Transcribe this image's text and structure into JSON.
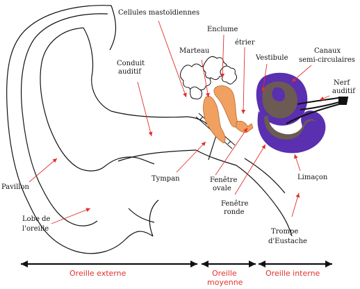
{
  "labels": {
    "cellules": "Cellules mastoïdiennes",
    "enclume": "Enclume",
    "etrier": "étrier",
    "marteau": "Marteau",
    "conduit_1": "Conduit",
    "conduit_2": "auditif",
    "vestibule": "Vestibule",
    "canaux_1": "Canaux",
    "canaux_2": "semi-circulaires",
    "nerf_1": "Nerf",
    "nerf_2": "auditif",
    "pavillon": "Pavillon",
    "tympan": "Tympan",
    "fenetre_ovale_1": "Fenêtre",
    "fenetre_ovale_2": "ovale",
    "limacon": "Limaçon",
    "lobe_1": "Lobe de",
    "lobe_2": "l'oreille",
    "fenetre_ronde_1": "Fenêtre",
    "fenetre_ronde_2": "ronde",
    "trompe_1": "Trompe",
    "trompe_2": "d'Eustache"
  },
  "zones": {
    "externe": "Oreille externe",
    "moyenne_1": "Oreille",
    "moyenne_2": "moyenne",
    "interne": "Oreille interne"
  },
  "colors": {
    "arrow": "#e0302c",
    "zone_text": "#e0302c",
    "ossicles": "#f0a060",
    "cochlea_outer": "#5a2fb0",
    "cochlea_inner": "#6b5b52",
    "outline": "#111111"
  }
}
